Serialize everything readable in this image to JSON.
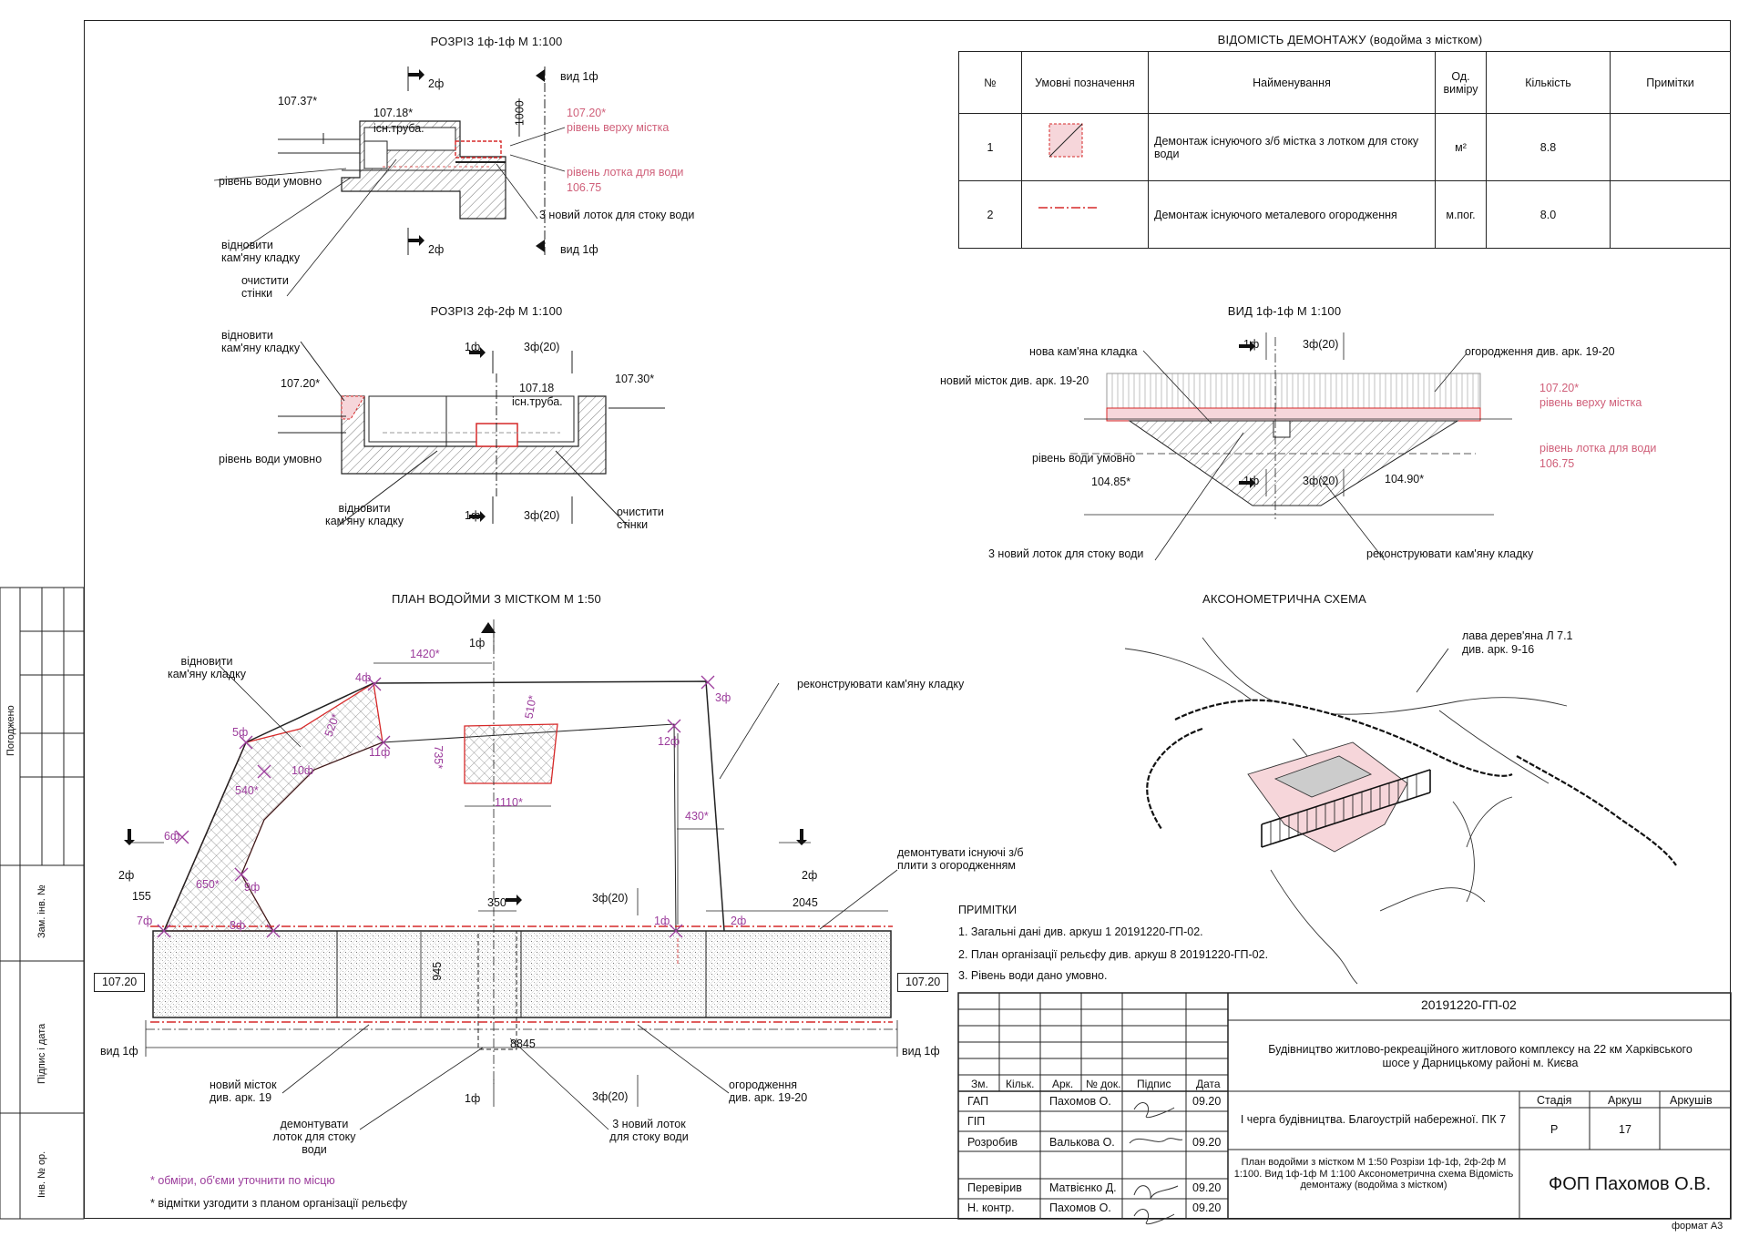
{
  "titles": {
    "section1": "РОЗРІЗ 1ф-1ф М 1:100",
    "section2": "РОЗРІЗ 2ф-2ф М 1:100",
    "view1": "ВИД 1ф-1ф М 1:100",
    "plan": "ПЛАН ВОДОЙМИ З МІСТКОМ М 1:50",
    "axo": "АКСОНОМЕТРИЧНА СХЕМА",
    "demolition": "ВІДОМІСТЬ ДЕМОНТАЖУ (водойма з містком)"
  },
  "section1": {
    "elev_left": "107.37*",
    "elev_pipe": "107.18*",
    "pipe": "існ.труба.",
    "water": "рівень води умовно",
    "restore": "відновити кам'яну кладку",
    "clean": "очистити стінки",
    "dim": "1000",
    "top_elev": "107.20*",
    "top_label": "рівень верху містка",
    "tray_label": "рівень лотка для води",
    "tray_elev": "106.75",
    "new_tray": "3 новий лоток для стоку води",
    "view": "вид 1ф",
    "cut2": "2ф"
  },
  "section2": {
    "restore": "відновити кам'яну кладку",
    "elev_left": "107.20*",
    "elev_right": "107.30*",
    "elev_pipe": "107.18",
    "pipe": "існ.труба.",
    "water": "рівень води умовно",
    "restore2": "відновити кам'яну кладку",
    "clean": "очистити стінки",
    "cut1": "1ф",
    "cut3": "3ф(20)"
  },
  "view1": {
    "new_masonry": "нова кам'яна кладка",
    "new_bridge": "новий місток див. арк. 19-20",
    "fence": "огородження див. арк. 19-20",
    "top_elev": "107.20*",
    "top_label": "рівень верху містка",
    "tray_label": "рівень лотка для води",
    "tray_elev": "106.75",
    "water": "рівень води умовно",
    "elev_left": "104.85*",
    "elev_right": "104.90*",
    "new_tray": "3 новий лоток для стоку води",
    "reconstruct": "реконструювати кам'яну кладку",
    "cut1": "1ф",
    "cut3": "3ф(20)"
  },
  "plan": {
    "restore": "відновити кам'яну кладку",
    "reconstruct": "реконструювати кам'яну кладку",
    "demolish_plates": "демонтувати існуючі з/б плити з огородженням",
    "new_bridge": "новий місток див. арк. 19",
    "demolish_tray": "демонтувати лоток для стоку води",
    "new_tray": "3 новий лоток для стоку води",
    "fence": "огородження див. арк. 19-20",
    "elev_left": "107.20",
    "elev_right": "107.20",
    "view_left": "вид 1ф",
    "view_right": "вид 1ф",
    "dims": [
      "1420*",
      "510*",
      "520*",
      "735*",
      "1110*",
      "540*",
      "650*",
      "430*",
      "155",
      "350",
      "2045",
      "945",
      "8845"
    ],
    "points": [
      "1ф",
      "2ф",
      "3ф",
      "4ф",
      "5ф",
      "6ф",
      "7ф",
      "8ф",
      "9ф",
      "10ф",
      "11ф",
      "12ф"
    ],
    "note_measure": "* обміри, об'єми уточнити по місцю",
    "note_marks": "* відмітки узгодити з планом організації рельєфу"
  },
  "axo": {
    "bench": "лава дерев'яна Л 7.1",
    "bench_ref": "див. арк. 9-16"
  },
  "demolition_table": {
    "headers": [
      "№",
      "Умовні позначення",
      "Найменування",
      "Од. виміру",
      "Кількість",
      "Примітки"
    ],
    "rows": [
      {
        "n": "1",
        "name": "Демонтаж існуючого з/б містка з лотком для стоку води",
        "unit": "м²",
        "qty": "8.8",
        "note": ""
      },
      {
        "n": "2",
        "name": "Демонтаж існуючого металевого огородження",
        "unit": "м.пог.",
        "qty": "8.0",
        "note": ""
      }
    ]
  },
  "notes": {
    "heading": "ПРИМІТКИ",
    "items": [
      "1. Загальні дані див. аркуш 1 20191220-ГП-02.",
      "2. План організації рельєфу див. аркуш 8 20191220-ГП-02.",
      "3. Рівень води дано умовно."
    ]
  },
  "stamp": {
    "code": "20191220-ГП-02",
    "project": "Будівництво житлово-рекреаційного житлового комплексу на 22 км Харківського шосе у Дарницькому районі м. Києва",
    "stage_title": "І черга будівництва. Благоустрій набережної. ПК 7",
    "sheet_title": "План водойми з містком М 1:50 Розрізи 1ф-1ф, 2ф-2ф М 1:100. Вид 1ф-1ф М 1:100 Аксонометрична схема Відомість демонтажу (водойма з містком)",
    "company": "ФОП Пахомов О.В.",
    "col_headers": [
      "Зм.",
      "Кільк.",
      "Арк.",
      "№ док.",
      "Підпис",
      "Дата"
    ],
    "stage_hdr": "Стадія",
    "sheet_hdr": "Аркуш",
    "sheets_hdr": "Аркушів",
    "stage": "Р",
    "sheet": "17",
    "sheets": "",
    "people": [
      {
        "role": "ГАП",
        "name": "Пахомов О.",
        "date": "09.20"
      },
      {
        "role": "ГІП",
        "name": "",
        "date": ""
      },
      {
        "role": "Розробив",
        "name": "Валькова О.",
        "date": "09.20"
      },
      {
        "role": "Перевірив",
        "name": "Матвієнко Д.",
        "date": "09.20"
      },
      {
        "role": "Н. контр.",
        "name": "Пахомов О.",
        "date": "09.20"
      }
    ],
    "format": "формат А3"
  },
  "side": {
    "agreed": "Погоджено",
    "inv_replace": "Зам. інв. №",
    "sign_date": "Підпис і дата",
    "inv_orig": "Інв. № ор."
  },
  "colors": {
    "line": "#222222",
    "red": "#d62828",
    "pink": "#d0607a",
    "purple": "#9c3d9c",
    "fill": "#f6d6da"
  }
}
